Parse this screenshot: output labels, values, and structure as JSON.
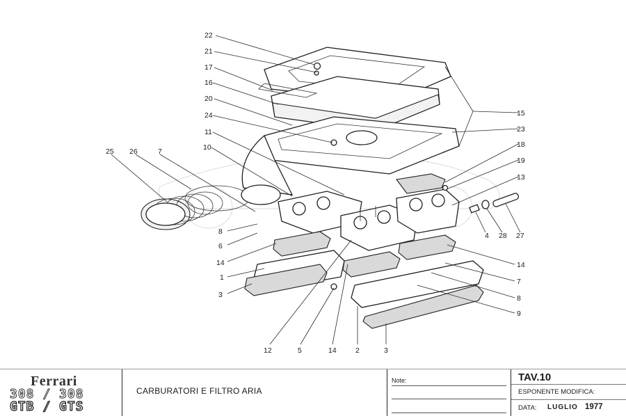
{
  "drawing": {
    "description": "Exploded view of carburetors and air filter assembly",
    "callouts": [
      {
        "id": "22",
        "label": "22"
      },
      {
        "id": "21",
        "label": "21"
      },
      {
        "id": "17",
        "label": "17"
      },
      {
        "id": "16",
        "label": "16"
      },
      {
        "id": "20",
        "label": "20"
      },
      {
        "id": "24",
        "label": "24"
      },
      {
        "id": "11",
        "label": "11"
      },
      {
        "id": "10",
        "label": "10"
      },
      {
        "id": "25",
        "label": "25"
      },
      {
        "id": "26",
        "label": "26"
      },
      {
        "id": "7a",
        "label": "7"
      },
      {
        "id": "8a",
        "label": "8"
      },
      {
        "id": "6",
        "label": "6"
      },
      {
        "id": "14a",
        "label": "14"
      },
      {
        "id": "1",
        "label": "1"
      },
      {
        "id": "3a",
        "label": "3"
      },
      {
        "id": "12",
        "label": "12"
      },
      {
        "id": "5",
        "label": "5"
      },
      {
        "id": "14b",
        "label": "14"
      },
      {
        "id": "2",
        "label": "2"
      },
      {
        "id": "3b",
        "label": "3"
      },
      {
        "id": "15",
        "label": "15"
      },
      {
        "id": "23",
        "label": "23"
      },
      {
        "id": "18",
        "label": "18"
      },
      {
        "id": "19",
        "label": "19"
      },
      {
        "id": "13",
        "label": "13"
      },
      {
        "id": "4",
        "label": "4"
      },
      {
        "id": "28",
        "label": "28"
      },
      {
        "id": "27",
        "label": "27"
      },
      {
        "id": "14c",
        "label": "14"
      },
      {
        "id": "7b",
        "label": "7"
      },
      {
        "id": "8b",
        "label": "8"
      },
      {
        "id": "9",
        "label": "9"
      }
    ]
  },
  "title_block": {
    "brand": "Ferrari",
    "model_line1": "308 / 308",
    "model_line2": "GTB / GTS",
    "title": "CARBURATORI E FILTRO ARIA",
    "notes_label": "Note:",
    "sheet": "TAV.10",
    "revision_label": "ESPONENTE MODIFICA:",
    "revision_value": "",
    "date_label": "DATA:",
    "date_month": "LUGLIO",
    "date_year": "1977"
  }
}
